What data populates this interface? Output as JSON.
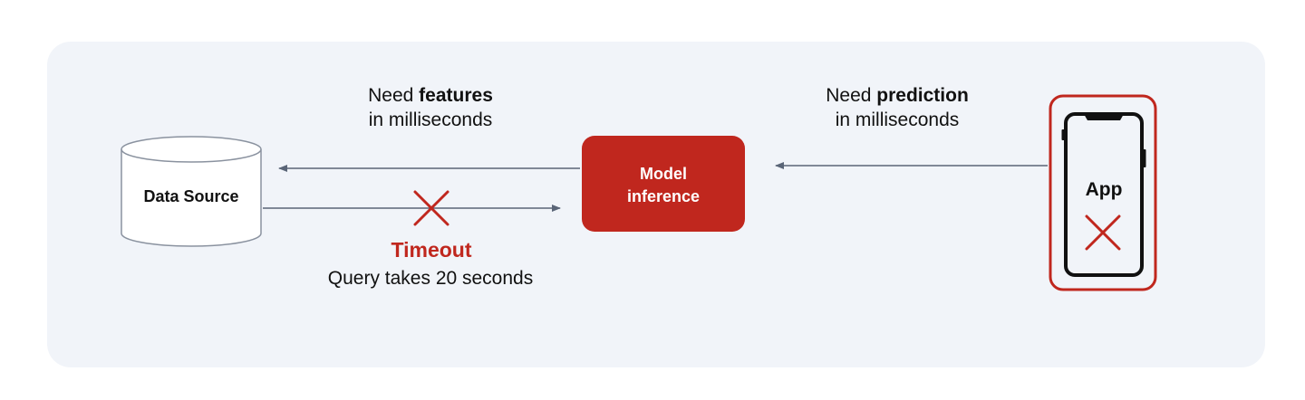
{
  "labels": {
    "need_features_prefix": "Need ",
    "need_features_bold": "features",
    "need_features_line2": "in milliseconds",
    "need_prediction_prefix": "Need ",
    "need_prediction_bold": "prediction",
    "need_prediction_line2": "in milliseconds",
    "timeout_title": "Timeout",
    "timeout_desc": "Query takes 20 seconds"
  },
  "nodes": {
    "data_source": "Data Source",
    "model_line1": "Model",
    "model_line2": "inference",
    "app": "App"
  },
  "colors": {
    "panel_bg": "#f1f4f9",
    "accent_red": "#c0271e",
    "arrow": "#5a6577",
    "phone_outline": "#111111"
  },
  "icons": {
    "database": "database-cylinder-icon",
    "phone": "smartphone-icon",
    "failure": "x-mark-icon"
  }
}
